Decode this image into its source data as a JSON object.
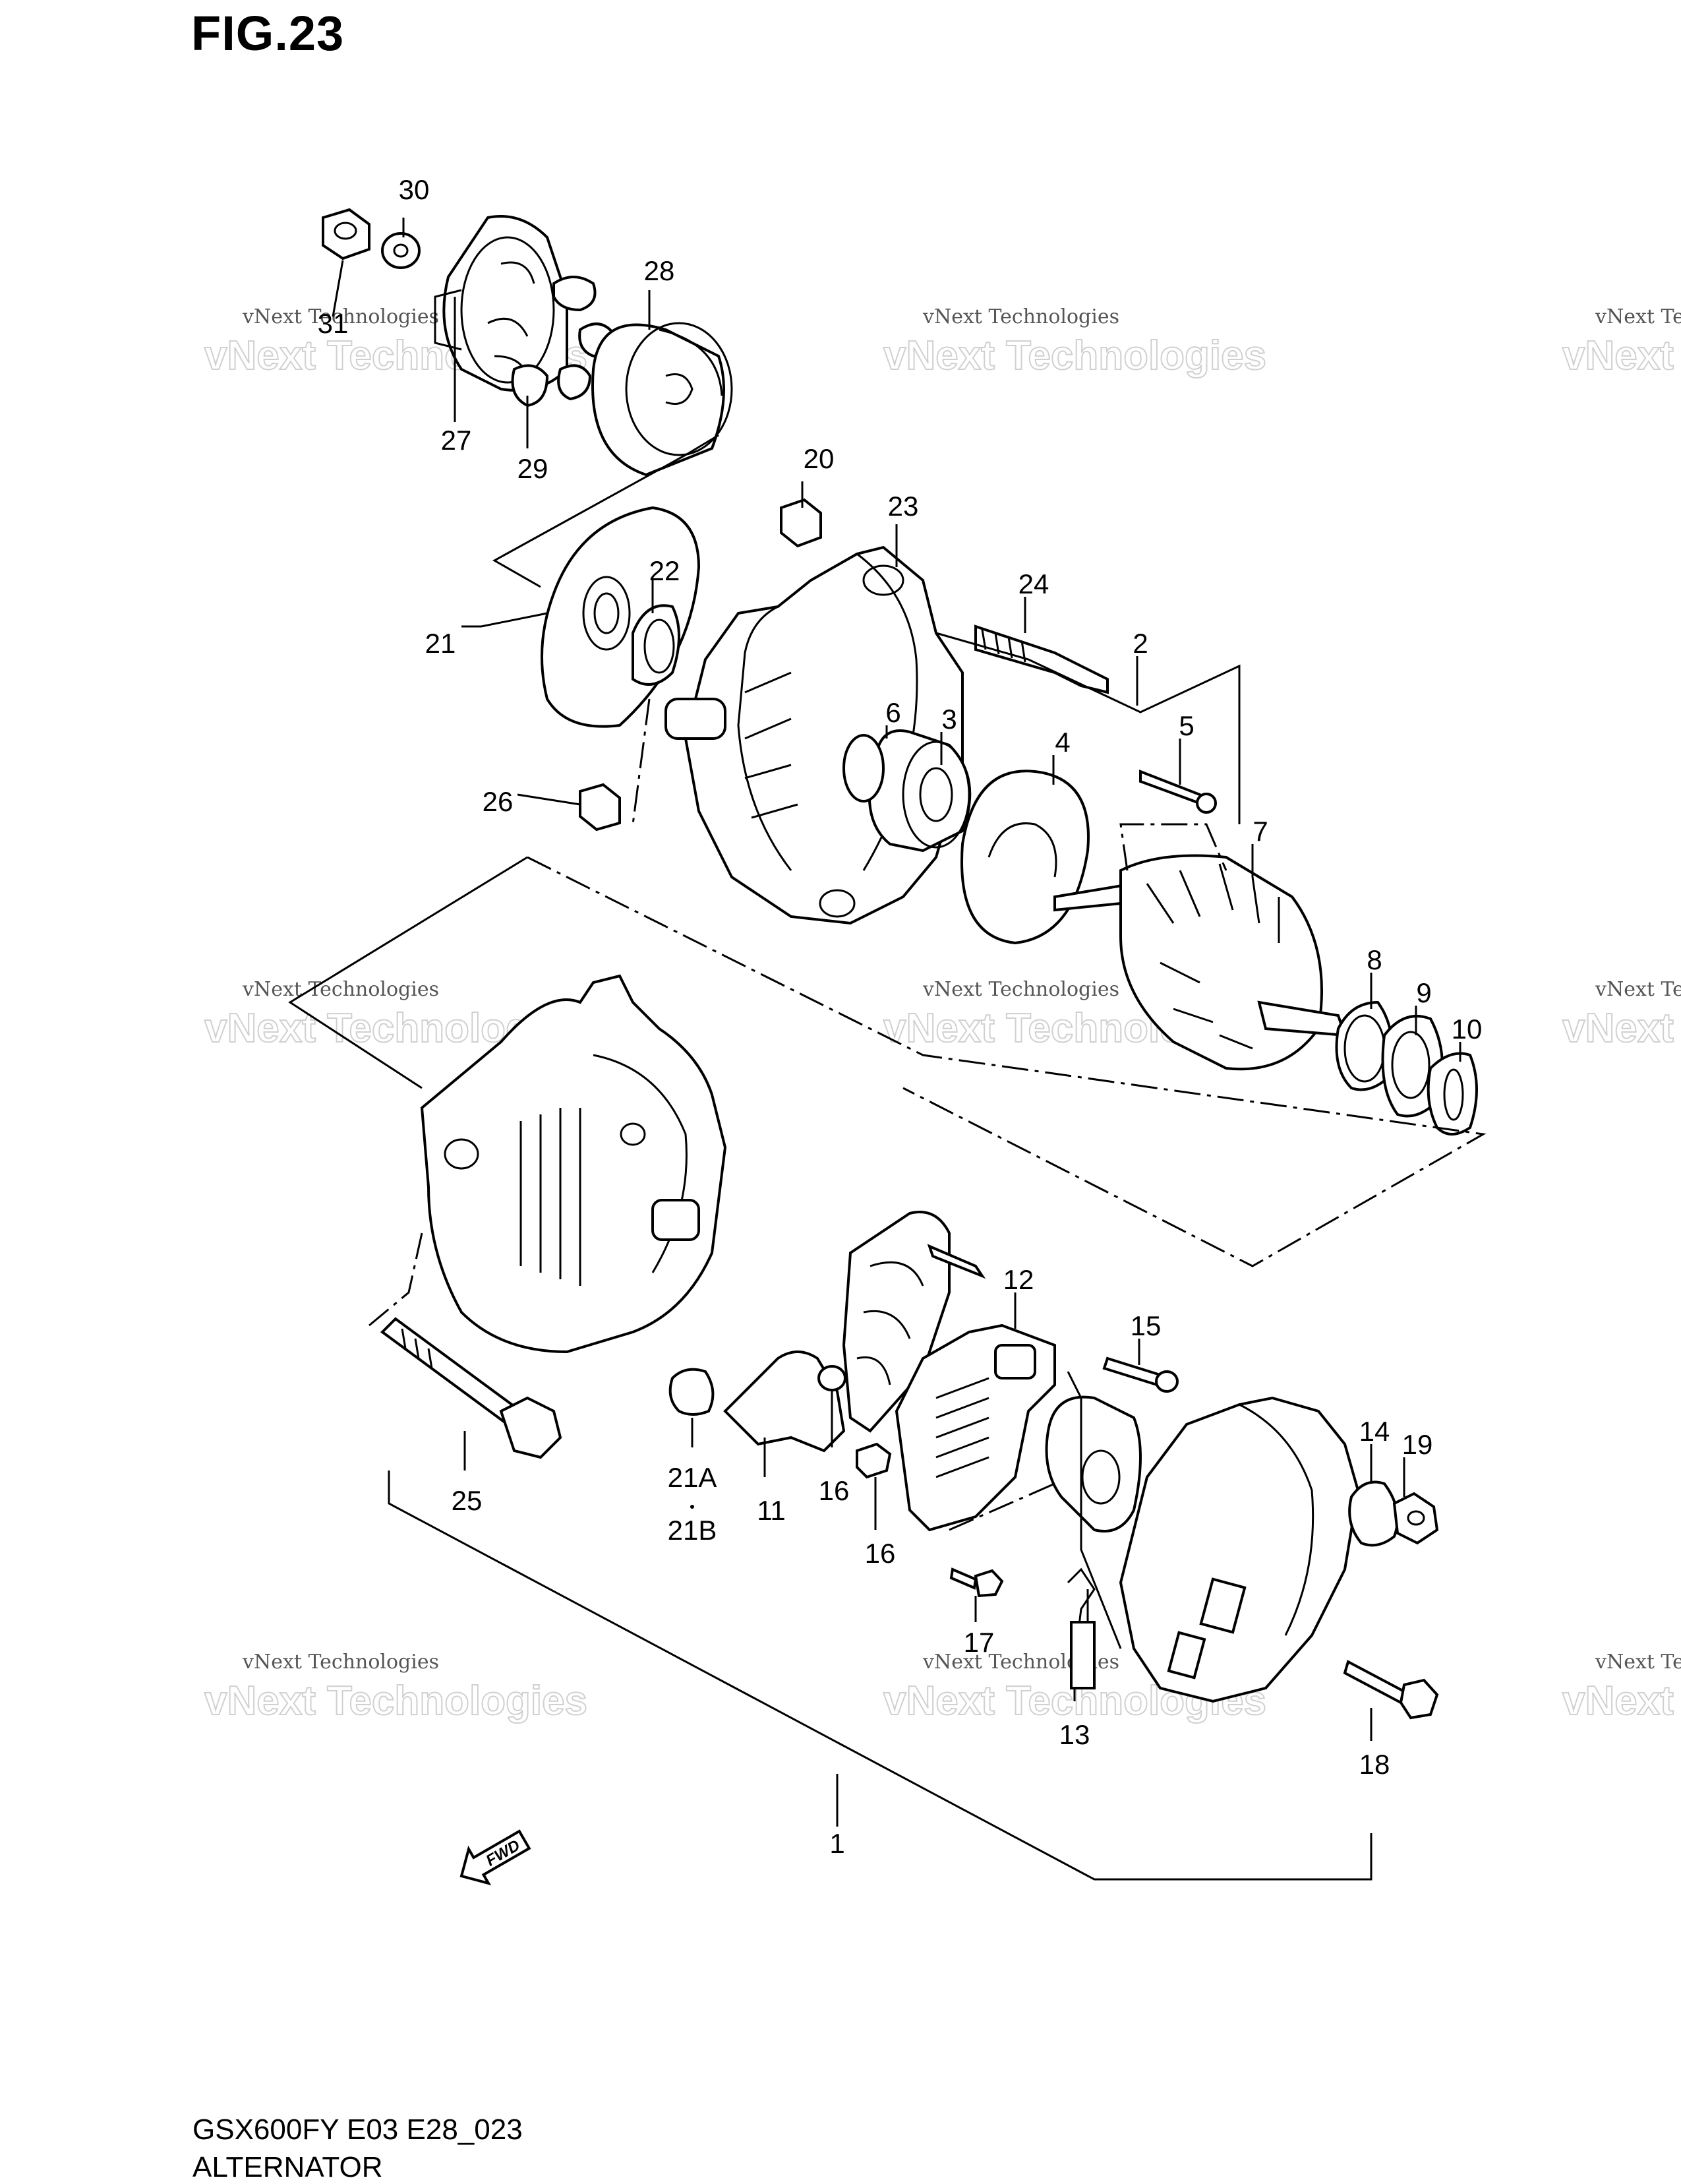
{
  "figure": {
    "title": "FIG.23",
    "model_code": "GSX600FY E03 E28_023",
    "name": "ALTERNATOR"
  },
  "watermark": {
    "small_text": "vNext Technologies",
    "large_text": "vNext Technologies"
  },
  "fwd_label": "FWD",
  "part_labels": {
    "p1": "1",
    "p2": "2",
    "p3": "3",
    "p4": "4",
    "p5": "5",
    "p6": "6",
    "p7": "7",
    "p8": "8",
    "p9": "9",
    "p10": "10",
    "p11": "11",
    "p12": "12",
    "p13": "13",
    "p14": "14",
    "p15": "15",
    "p16a": "16",
    "p16b": "16",
    "p17": "17",
    "p18": "18",
    "p19": "19",
    "p20": "20",
    "p21": "21",
    "p21a": "21A",
    "p21b": "21B",
    "p22": "22",
    "p23": "23",
    "p24": "24",
    "p25": "25",
    "p26": "26",
    "p27": "27",
    "p28": "28",
    "p29": "29",
    "p30": "30",
    "p31": "31"
  }
}
